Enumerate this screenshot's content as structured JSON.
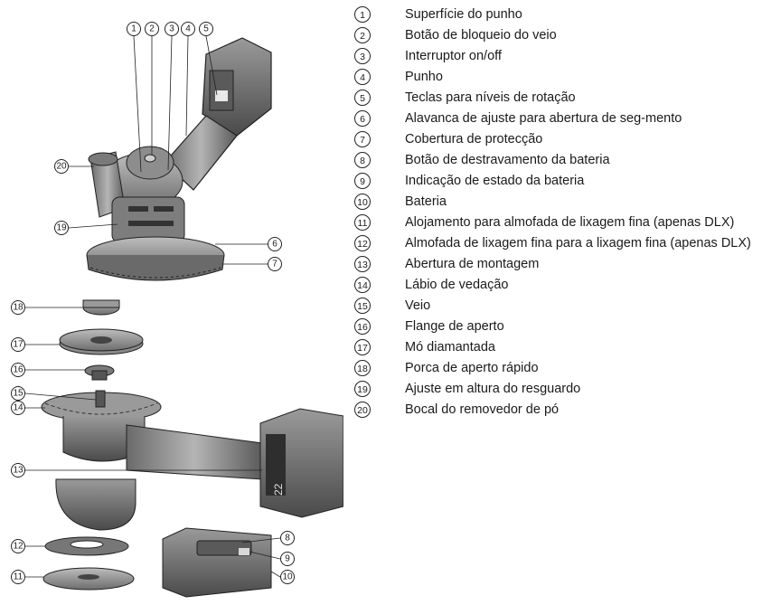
{
  "legend": [
    {
      "num": "1",
      "text": "Superfície do punho"
    },
    {
      "num": "2",
      "text": "Botão de bloqueio do veio"
    },
    {
      "num": "3",
      "text": "Interruptor on/off"
    },
    {
      "num": "4",
      "text": "Punho"
    },
    {
      "num": "5",
      "text": "Teclas para níveis de rotação"
    },
    {
      "num": "6",
      "text": "Alavanca de ajuste para abertura de seg-mento"
    },
    {
      "num": "7",
      "text": "Cobertura de protecção"
    },
    {
      "num": "8",
      "text": "Botão de destravamento da bateria"
    },
    {
      "num": "9",
      "text": "Indicação de estado da bateria"
    },
    {
      "num": "10",
      "text": "Bateria"
    },
    {
      "num": "11",
      "text": "Alojamento para almofada de lixagem fina (apenas DLX)"
    },
    {
      "num": "12",
      "text": "Almofada de lixagem fina para a lixagem fina (apenas DLX)"
    },
    {
      "num": "13",
      "text": "Abertura de montagem"
    },
    {
      "num": "14",
      "text": "Lábio de vedação"
    },
    {
      "num": "15",
      "text": "Veio"
    },
    {
      "num": "16",
      "text": "Flange de aperto"
    },
    {
      "num": "17",
      "text": "Mó diamantada"
    },
    {
      "num": "18",
      "text": "Porca de aperto rápido"
    },
    {
      "num": "19",
      "text": "Ajuste em altura do resguardo"
    },
    {
      "num": "20",
      "text": "Bocal do removedor de pó"
    }
  ],
  "figure": {
    "battery_label": "22"
  }
}
